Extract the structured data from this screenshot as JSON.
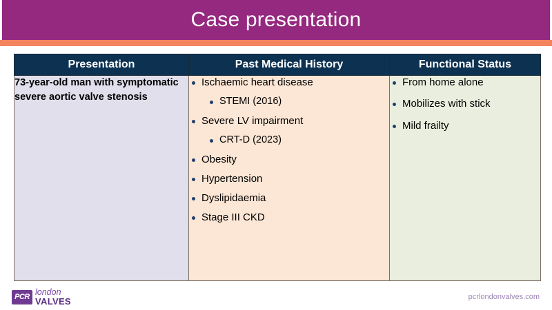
{
  "slide": {
    "title": "Case presentation",
    "colors": {
      "header_purple": "#95287f",
      "accent_orange": "#f3845e",
      "table_header_navy": "#0c3151",
      "cell_presentation": "#e2dfec",
      "cell_pmh": "#fce6d5",
      "cell_functional": "#e9eede",
      "bullet_navy": "#1f3f6e",
      "logo_purple": "#6f3a91"
    }
  },
  "table": {
    "columns": [
      {
        "header": "Presentation"
      },
      {
        "header": "Past Medical History"
      },
      {
        "header": "Functional Status"
      }
    ],
    "presentation": {
      "text": "73-year-old man with symptomatic severe aortic valve stenosis"
    },
    "past_medical_history": {
      "items": [
        {
          "text": "Ischaemic heart disease",
          "level": 1
        },
        {
          "text": "STEMI (2016)",
          "level": 2
        },
        {
          "text": "Severe LV impairment",
          "level": 1
        },
        {
          "text": "CRT-D (2023)",
          "level": 2
        },
        {
          "text": "Obesity",
          "level": 1
        },
        {
          "text": "Hypertension",
          "level": 1
        },
        {
          "text": "Dyslipidaemia",
          "level": 1
        },
        {
          "text": "Stage III CKD",
          "level": 1
        }
      ]
    },
    "functional_status": {
      "items": [
        {
          "text": "From home alone",
          "level": 1
        },
        {
          "text": "Mobilizes with stick",
          "level": 1
        },
        {
          "text": "Mild frailty",
          "level": 1
        }
      ]
    }
  },
  "footer": {
    "logo": {
      "mark": "PCR",
      "line1": "london",
      "line2": "VALVES"
    },
    "url": "pcrlondonvalves.com"
  }
}
